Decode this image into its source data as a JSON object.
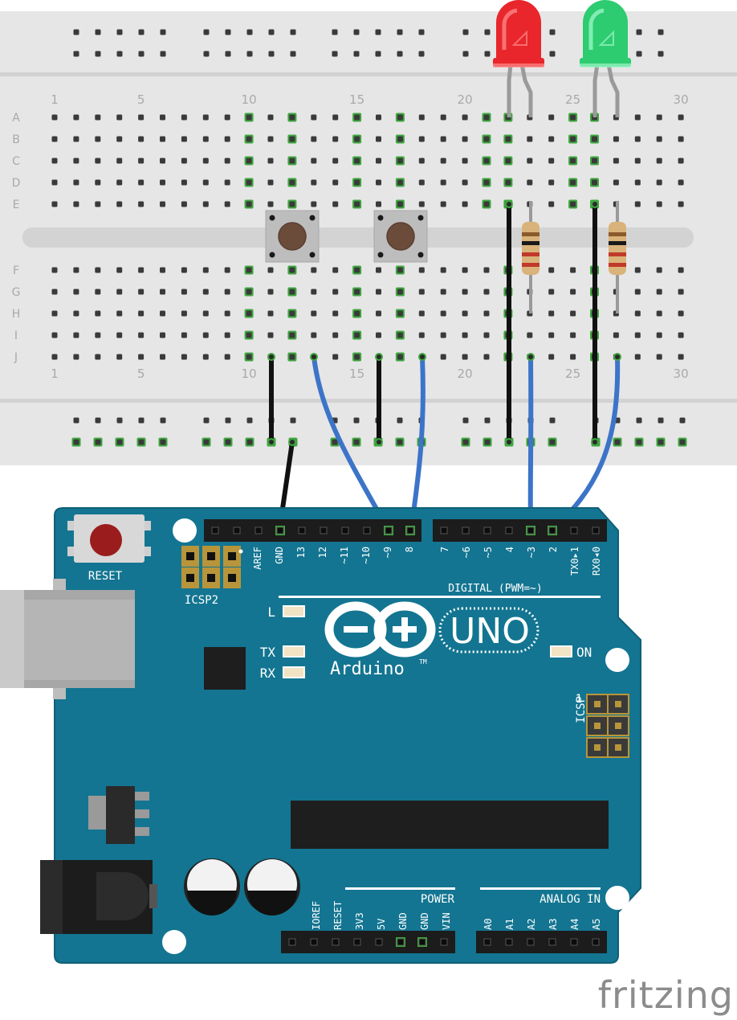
{
  "breadboard": {
    "column_labels": [
      "1",
      "5",
      "10",
      "15",
      "20",
      "25",
      "30"
    ],
    "row_labels_top": [
      "A",
      "B",
      "C",
      "D",
      "E"
    ],
    "row_labels_bottom": [
      "F",
      "G",
      "H",
      "I",
      "J"
    ],
    "colors": {
      "board": "#e6e6e6",
      "hole": "#3a3a3a",
      "active_hole": "#3ea63e"
    }
  },
  "leds": [
    {
      "name": "red-led",
      "color": "#e8262b",
      "highlight": "#ff8b8b"
    },
    {
      "name": "green-led",
      "color": "#2ecc71",
      "highlight": "#9ff7c8"
    }
  ],
  "wires": {
    "black": "#111111",
    "blue": "#3c74c8"
  },
  "arduino": {
    "colors": {
      "board": "#137591",
      "dark_outline": "#0f5f78",
      "header": "#1c1c1c",
      "silk": "#ffffff"
    },
    "reset_label": "RESET",
    "icsp2_label": "ICSP2",
    "icsp_label": "ICSP",
    "icsp_one": "1",
    "digital_label": "DIGITAL (PWM=~)",
    "digital_pins_left": [
      "AREF",
      "GND",
      "13",
      "12",
      "~11",
      "~10",
      "~9",
      "8"
    ],
    "digital_pins_right": [
      "7",
      "~6",
      "~5",
      "4",
      "~3",
      "2",
      "TX0▸1",
      "RX0◂0"
    ],
    "led_labels": {
      "l": "L",
      "tx": "TX",
      "rx": "RX",
      "on": "ON"
    },
    "logo_uno": "UNO",
    "logo_text": "Arduino",
    "logo_tm": "TM",
    "power_label": "POWER",
    "power_pins": [
      "IOREF",
      "RESET",
      "3V3",
      "5V",
      "GND",
      "GND",
      "VIN"
    ],
    "analog_label": "ANALOG IN",
    "analog_pins": [
      "A0",
      "A1",
      "A2",
      "A3",
      "A4",
      "A5"
    ]
  },
  "watermark": "fritzing"
}
